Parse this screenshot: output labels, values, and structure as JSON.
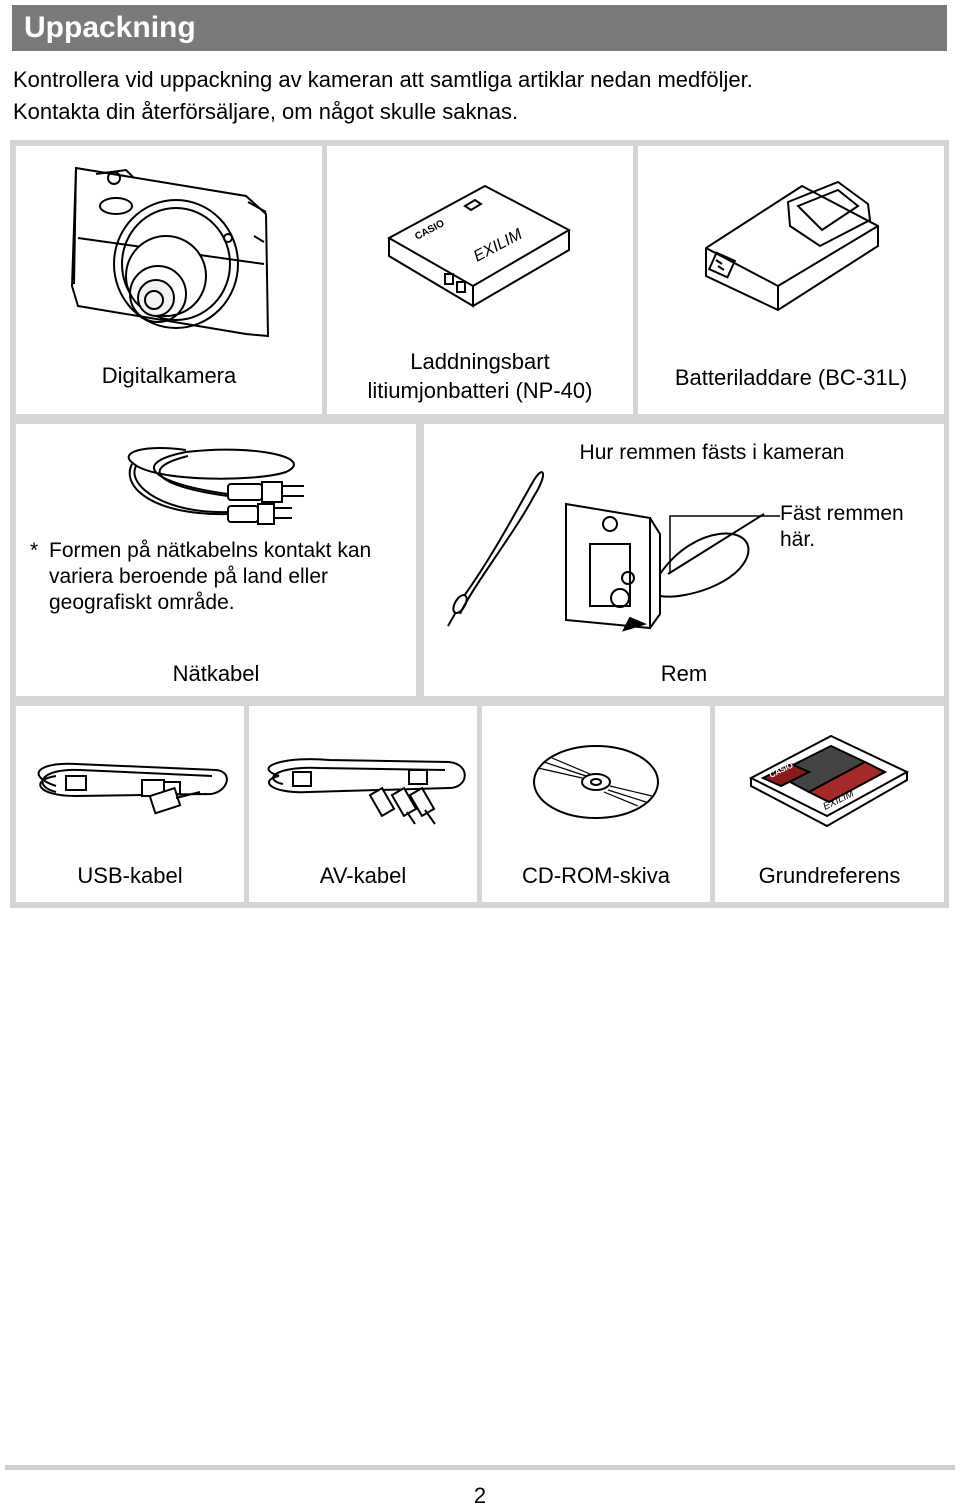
{
  "header": {
    "title": "Uppackning"
  },
  "intro": {
    "line1": "Kontrollera vid uppackning av kameran att samtliga artiklar nedan medföljer.",
    "line2": "Kontakta din återförsäljare, om något skulle saknas."
  },
  "row1": {
    "camera": "Digitalkamera",
    "battery_line1": "Laddningsbart",
    "battery_line2": "litiumjonbatteri (NP-40)",
    "charger": "Batteriladdare (BC-31L)",
    "battery_brand": "CASIO",
    "battery_logo": "EXILIM"
  },
  "row2": {
    "note_star": "*",
    "note_line1": "Formen på nätkabelns kontakt kan",
    "note_line2": "variera beroende på land eller",
    "note_line3": "geografiskt område.",
    "power_cable": "Nätkabel",
    "strap_heading": "Hur remmen fästs i kameran",
    "attach_line1": "Fäst remmen",
    "attach_line2": "här.",
    "strap": "Rem"
  },
  "row3": {
    "usb": "USB-kabel",
    "av": "AV-kabel",
    "cd": "CD-ROM-skiva",
    "guide": "Grundreferens",
    "guide_brand": "CASIO",
    "guide_logo": "EXILIM"
  },
  "footer": {
    "page_number": "2"
  }
}
